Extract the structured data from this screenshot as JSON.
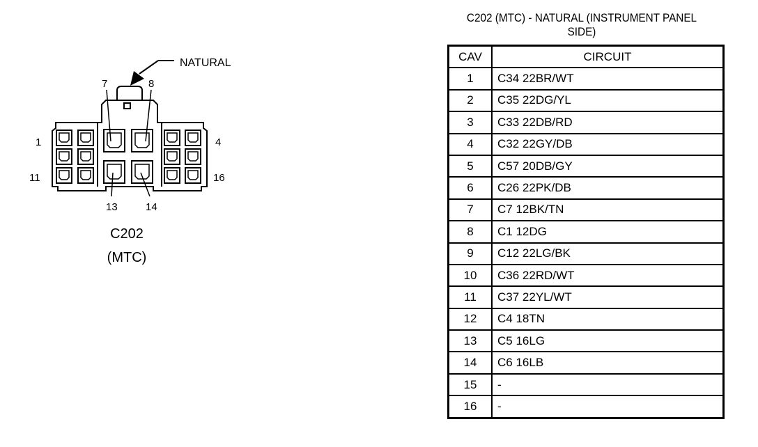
{
  "connector": {
    "name": "C202",
    "variant": "(MTC)",
    "color_callout": "NATURAL",
    "pin_labels": {
      "p1": "1",
      "p4": "4",
      "p7": "7",
      "p8": "8",
      "p11": "11",
      "p13": "13",
      "p14": "14",
      "p16": "16"
    }
  },
  "table": {
    "title_line1": "C202 (MTC) - NATURAL (INSTRUMENT PANEL",
    "title_line2": "SIDE)",
    "headers": {
      "cav": "CAV",
      "circuit": "CIRCUIT"
    },
    "rows": [
      {
        "cav": "1",
        "circuit": "C34 22BR/WT"
      },
      {
        "cav": "2",
        "circuit": "C35 22DG/YL"
      },
      {
        "cav": "3",
        "circuit": "C33 22DB/RD"
      },
      {
        "cav": "4",
        "circuit": "C32 22GY/DB"
      },
      {
        "cav": "5",
        "circuit": "C57 20DB/GY"
      },
      {
        "cav": "6",
        "circuit": "C26 22PK/DB"
      },
      {
        "cav": "7",
        "circuit": "C7 12BK/TN"
      },
      {
        "cav": "8",
        "circuit": "C1 12DG"
      },
      {
        "cav": "9",
        "circuit": "C12 22LG/BK"
      },
      {
        "cav": "10",
        "circuit": "C36 22RD/WT"
      },
      {
        "cav": "11",
        "circuit": "C37 22YL/WT"
      },
      {
        "cav": "12",
        "circuit": "C4 18TN"
      },
      {
        "cav": "13",
        "circuit": "C5 16LG"
      },
      {
        "cav": "14",
        "circuit": "C6 16LB"
      },
      {
        "cav": "15",
        "circuit": "-"
      },
      {
        "cav": "16",
        "circuit": "-"
      }
    ]
  }
}
